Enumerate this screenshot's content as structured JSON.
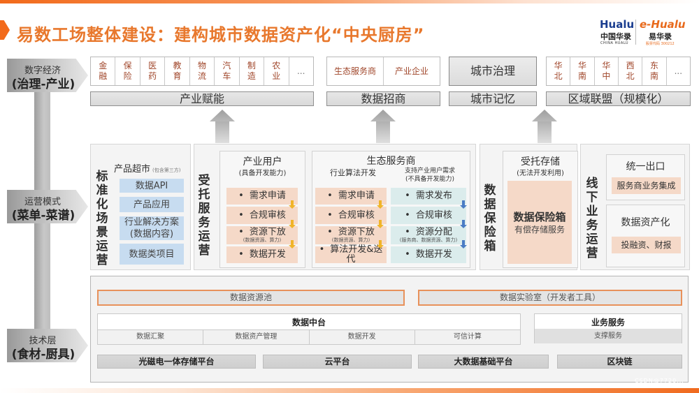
{
  "header": {
    "title": "易数工场整体建设：建构城市数据资产化“中央厨房”",
    "accent_color": "#f26a1b",
    "logo": {
      "hualu_en": "Hualu",
      "hualu_cn": "中国华录",
      "hualu_sub": "CHINA HUALU",
      "ehualu_en": "e-Hualu",
      "ehualu_cn": "易华录",
      "ehualu_sub": "股票代码 300212"
    }
  },
  "layers": {
    "digital_economy": {
      "line1": "数字经济",
      "line2": "(治理-产业)"
    },
    "operation_mode": {
      "line1": "运营模式",
      "line2": "(菜单-菜谱)"
    },
    "tech_layer": {
      "line1": "技术层",
      "line2": "(食材-厨具)"
    }
  },
  "top_row": {
    "industries": [
      "金\n融",
      "保\n险",
      "医\n药",
      "教\n育",
      "物\n流",
      "汽\n车",
      "制\n造",
      "农\n业",
      "..."
    ],
    "industry_bar": "产业赋能",
    "investment_cells": [
      "生态服务商",
      "产业企业"
    ],
    "investment_bar": "数据招商",
    "city_governance": "城市治理",
    "city_memory_bar": "城市记忆",
    "regions": [
      "华\n北",
      "华\n南",
      "华\n中",
      "西\n北",
      "东\n南",
      "..."
    ],
    "region_bar": "区域联盟（规模化）"
  },
  "middle": {
    "standard_ops": {
      "vertical_title": "标准化场景运营",
      "market_title": "产品超市",
      "market_note": "(包含第三方)",
      "items": [
        "数据API",
        "产品应用",
        "行业解决方案\n(数据内容)",
        "数据类项目"
      ]
    },
    "entrusted_ops": {
      "vertical_title": "受托服务运营",
      "industry_users": {
        "title": "产业用户",
        "subtitle": "(具备开发能力)",
        "steps": [
          "需求申请",
          "合规审核",
          "资源下放",
          "数据开发"
        ],
        "step3_note": "(数据资源、算力)"
      },
      "eco_providers": {
        "title": "生态服务商",
        "col1_title": "行业算法开发",
        "col1_steps": [
          "需求申请",
          "合规审核",
          "资源下放",
          "算法开发&迭代"
        ],
        "col1_step3_note": "(数据资源、算力)",
        "col2_title": "支持产业用户需求",
        "col2_subtitle": "(不具备开发能力)",
        "col2_steps": [
          "需求发布",
          "合规审核",
          "资源分配",
          "数据开发"
        ],
        "col2_step3_note": "(服务商、数据资源、算力)"
      }
    },
    "data_safe": {
      "vertical_title": "数据保险箱",
      "title": "受托存储",
      "subtitle": "(无法开发利用)",
      "box_title": "数据保险箱",
      "box_subtitle": "有偿存储服务"
    },
    "offline_ops": {
      "vertical_title": "线下业务运营",
      "unified_exit": "统一出口",
      "unified_item": "服务商业务集成",
      "assetization": "数据资产化",
      "assetization_item": "投融资、财报"
    }
  },
  "tech": {
    "resource_pool": "数据资源池",
    "data_lab": "数据实验室（开发者工具）",
    "data_middle_platform": {
      "title": "数据中台",
      "items": [
        "数据汇聚",
        "数据资产管理",
        "数据开发",
        "可信计算"
      ]
    },
    "business_services": {
      "title": "业务服务",
      "item": "支撑服务"
    },
    "platforms": [
      "光磁电一体存储平台",
      "云平台",
      "大数据基础平台",
      "区块链"
    ]
  },
  "watermark": "CSDN@7720..."
}
